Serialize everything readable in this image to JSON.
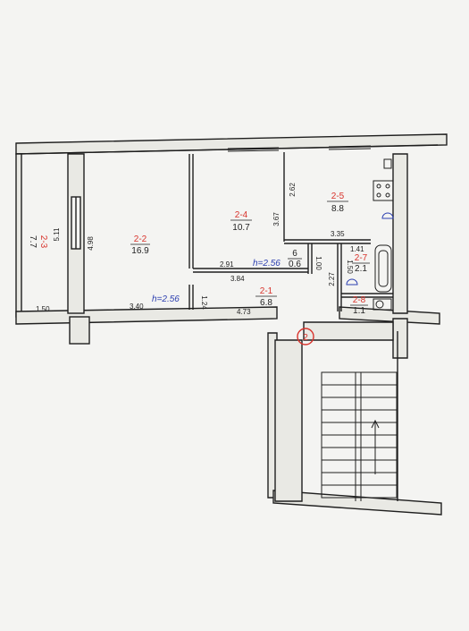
{
  "plan": {
    "stair_label": "2",
    "ceiling_heights": [
      "h=2.56",
      "h=2.56"
    ],
    "rooms": [
      {
        "id": "2-3",
        "area": "7.7"
      },
      {
        "id": "2-2",
        "area": "16.9"
      },
      {
        "id": "2-4",
        "area": "10.7"
      },
      {
        "id": "2-5",
        "area": "8.8"
      },
      {
        "id": "6",
        "area": "0.6"
      },
      {
        "id": "2-7",
        "area": "2.1"
      },
      {
        "id": "2-1",
        "area": "6.8"
      },
      {
        "id": "2-8",
        "area": "1.1"
      }
    ],
    "dimensions": [
      "5.11",
      "4.98",
      "1.50",
      "3.40",
      "3.67",
      "2.62",
      "3.35",
      "1.41",
      "2.91",
      "3.84",
      "1.24",
      "4.73",
      "1.00",
      "2.27",
      "1.50"
    ]
  },
  "colors": {
    "wall": "#1f1f1f",
    "wall_fill": "#e9e9e4",
    "room_id": "#d8332c",
    "height_text": "#2c3fb0",
    "paper": "#f4f4f2"
  }
}
